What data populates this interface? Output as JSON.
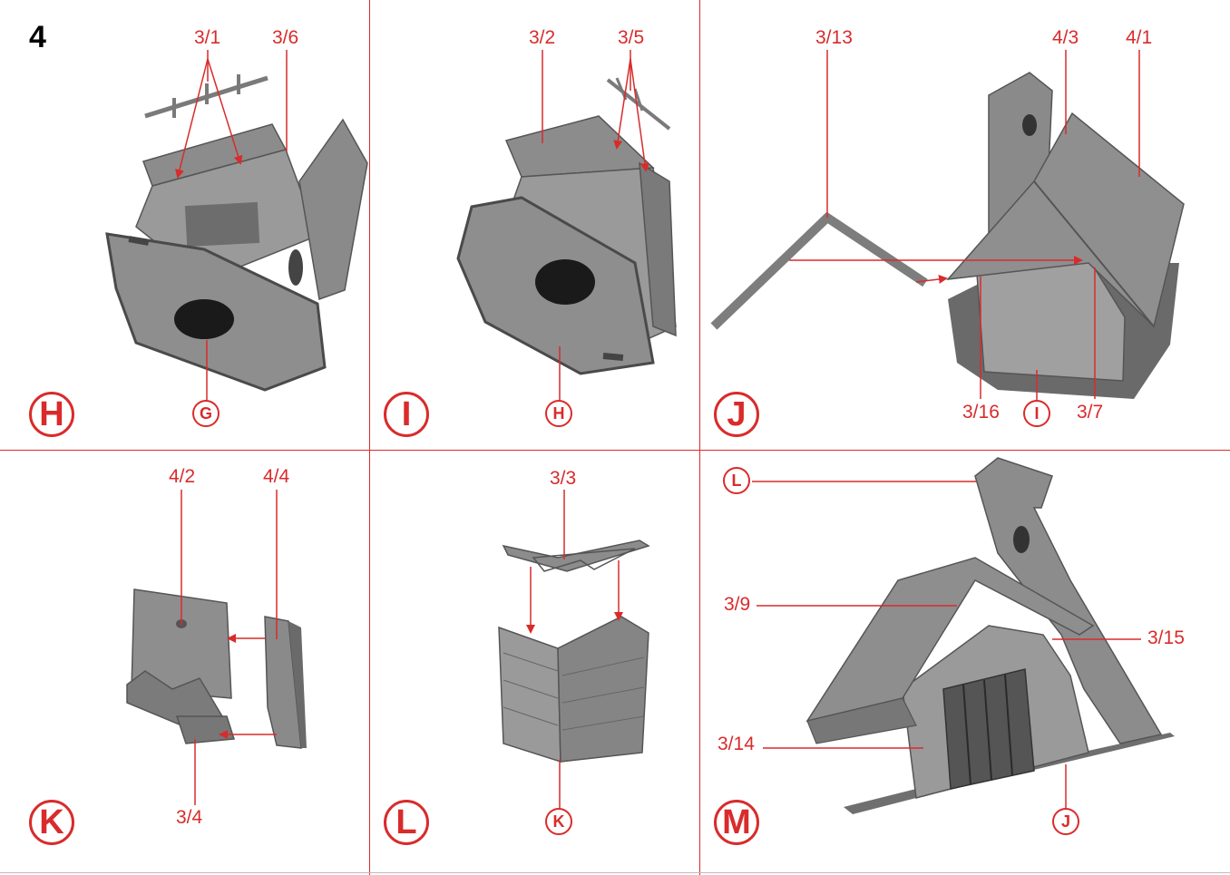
{
  "step_number": "4",
  "colors": {
    "accent": "#d92b2b",
    "model": "#8a8a8a",
    "model_dark": "#5a5a5a",
    "model_light": "#b5b5b5"
  },
  "panels": {
    "H": {
      "step_letter": "H",
      "part_labels": [
        "3/1",
        "3/6"
      ],
      "reference": "G"
    },
    "I": {
      "step_letter": "I",
      "part_labels": [
        "3/2",
        "3/5"
      ],
      "reference": "H"
    },
    "J": {
      "step_letter": "J",
      "part_labels": [
        "3/13",
        "4/3",
        "4/1",
        "3/16",
        "3/7"
      ],
      "reference": "I"
    },
    "K": {
      "step_letter": "K",
      "part_labels": [
        "4/2",
        "4/4",
        "3/4"
      ]
    },
    "L": {
      "step_letter": "L",
      "part_labels": [
        "3/3"
      ],
      "reference": "K"
    },
    "M": {
      "step_letter": "M",
      "part_labels": [
        "3/9",
        "3/15",
        "3/14"
      ],
      "references": [
        "L",
        "J"
      ]
    }
  }
}
